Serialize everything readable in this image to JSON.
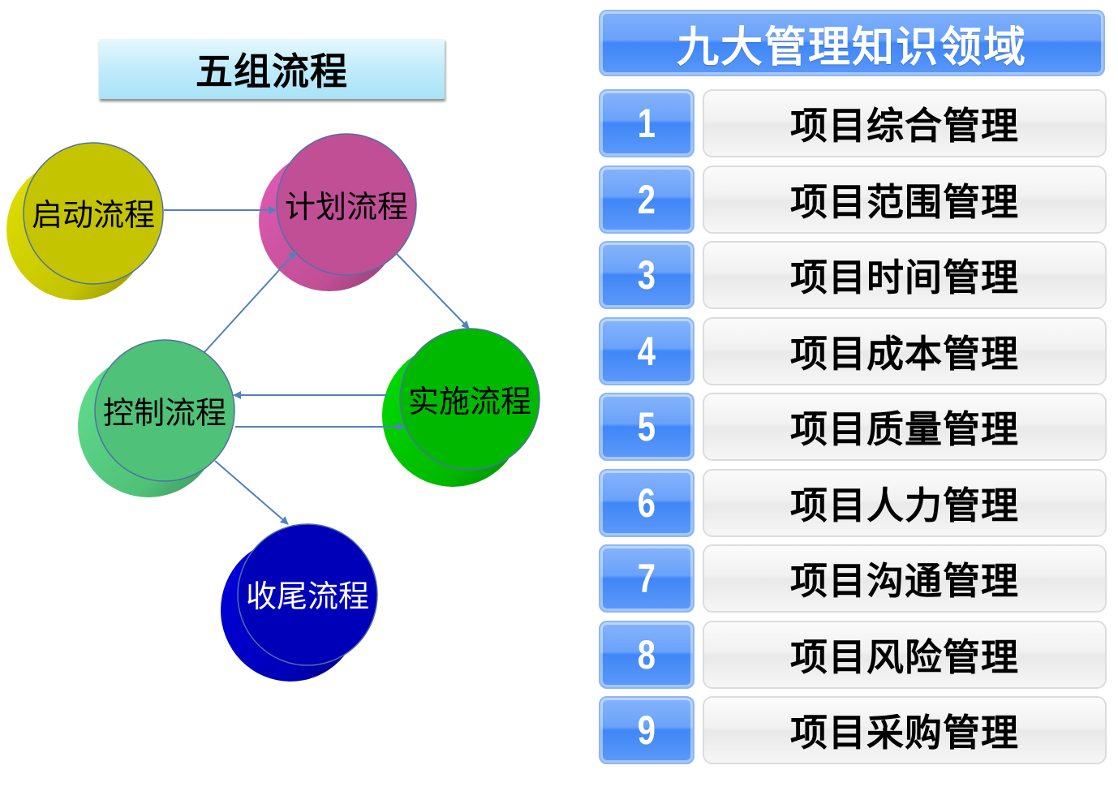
{
  "left_panel": {
    "title": "五组流程",
    "nodes": [
      {
        "id": "initiating",
        "label": "启动流程",
        "color": "#c4c400",
        "text_color": "#000000"
      },
      {
        "id": "planning",
        "label": "计划流程",
        "color": "#c04f96",
        "text_color": "#000000"
      },
      {
        "id": "executing",
        "label": "实施流程",
        "color": "#00b800",
        "text_color": "#000000"
      },
      {
        "id": "controlling",
        "label": "控制流程",
        "color": "#4fc178",
        "text_color": "#000000"
      },
      {
        "id": "closing",
        "label": "收尾流程",
        "color": "#0000b8",
        "text_color": "#ffffff"
      }
    ],
    "edges": [
      {
        "from": "initiating",
        "to": "planning"
      },
      {
        "from": "planning",
        "to": "executing"
      },
      {
        "from": "executing",
        "to": "controlling"
      },
      {
        "from": "controlling",
        "to": "executing"
      },
      {
        "from": "controlling",
        "to": "planning"
      },
      {
        "from": "controlling",
        "to": "closing"
      }
    ],
    "arrow_color": "#4f81bd"
  },
  "right_panel": {
    "title": "九大管理知识领域",
    "accent_color": "#3f86f8",
    "items": [
      {
        "number": "1",
        "label": "项目综合管理"
      },
      {
        "number": "2",
        "label": "项目范围管理"
      },
      {
        "number": "3",
        "label": "项目时间管理"
      },
      {
        "number": "4",
        "label": "项目成本管理"
      },
      {
        "number": "5",
        "label": "项目质量管理"
      },
      {
        "number": "6",
        "label": "项目人力管理"
      },
      {
        "number": "7",
        "label": "项目沟通管理"
      },
      {
        "number": "8",
        "label": "项目风险管理"
      },
      {
        "number": "9",
        "label": "项目采购管理"
      }
    ]
  }
}
